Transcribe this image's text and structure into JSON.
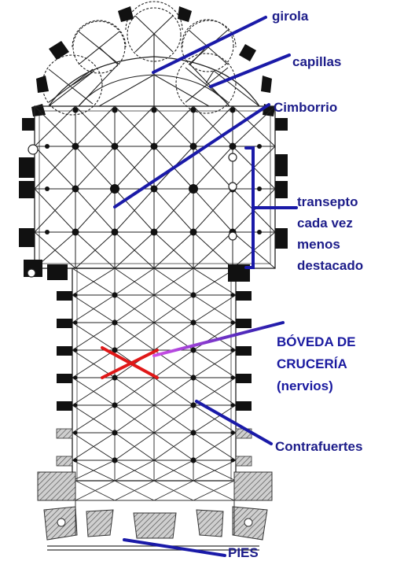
{
  "labels": {
    "girola": "girola",
    "capillas": "capillas",
    "cimborrio": "Cimborrio",
    "transepto": [
      "transepto",
      "cada vez",
      "menos",
      "destacado"
    ],
    "boveda": [
      "BÓVEDA DE",
      "CRUCERÍA",
      "(nervios)"
    ],
    "contrafuertes": "Contrafuertes",
    "pies": "PIES"
  },
  "colors": {
    "leader": "#1a1aa8",
    "rib_highlight": "#e01818",
    "leader_gradient_end": "#c040e0",
    "plan_line": "#222222",
    "solid_pier": "#111111",
    "hatched_pier": "#888888"
  }
}
